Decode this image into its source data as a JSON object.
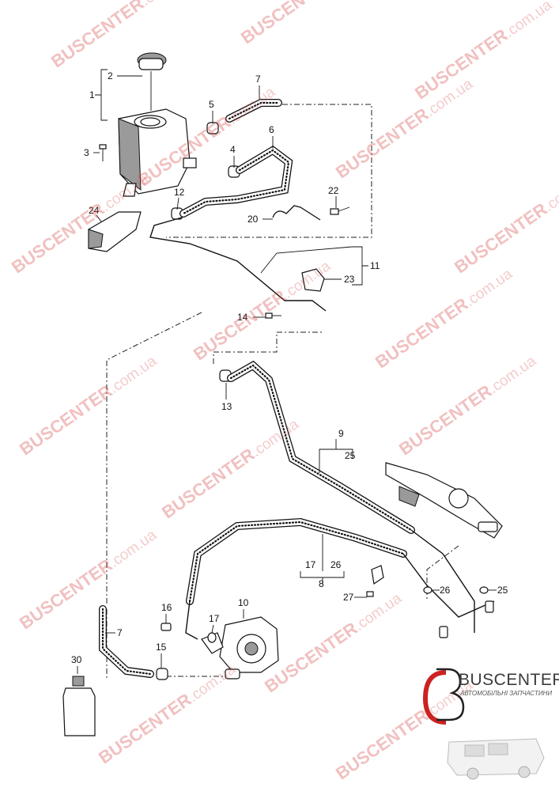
{
  "diagram": {
    "callouts": [
      "1",
      "2",
      "3",
      "4",
      "5",
      "6",
      "7",
      "8",
      "9",
      "10",
      "11",
      "12",
      "13",
      "14",
      "15",
      "16",
      "17",
      "20",
      "22",
      "23",
      "24",
      "25",
      "26",
      "27",
      "30"
    ],
    "labels": {
      "l1": "1",
      "l2": "2",
      "l3": "3",
      "l4": "4",
      "l5": "5",
      "l6": "6",
      "l7": "7",
      "l7b": "7",
      "l8": "8",
      "l9": "9",
      "l10": "10",
      "l11": "11",
      "l12": "12",
      "l13": "13",
      "l14": "14",
      "l15": "15",
      "l16": "16",
      "l17": "17",
      "l17b": "17",
      "l20": "20",
      "l22": "22",
      "l23": "23",
      "l24": "24",
      "l25": "25",
      "l25b": "25",
      "l26": "26",
      "l26b": "26",
      "l27": "27",
      "l30": "30"
    }
  },
  "watermark": {
    "brand": "BUSCENTER",
    "domain": ".com.ua",
    "color": "#d74646"
  },
  "logo": {
    "name": "BUSCENTER",
    "tagline": "АВТОМОБІЛЬНІ ЗАПЧАСТИНИ",
    "accent_color": "#cc2222"
  }
}
